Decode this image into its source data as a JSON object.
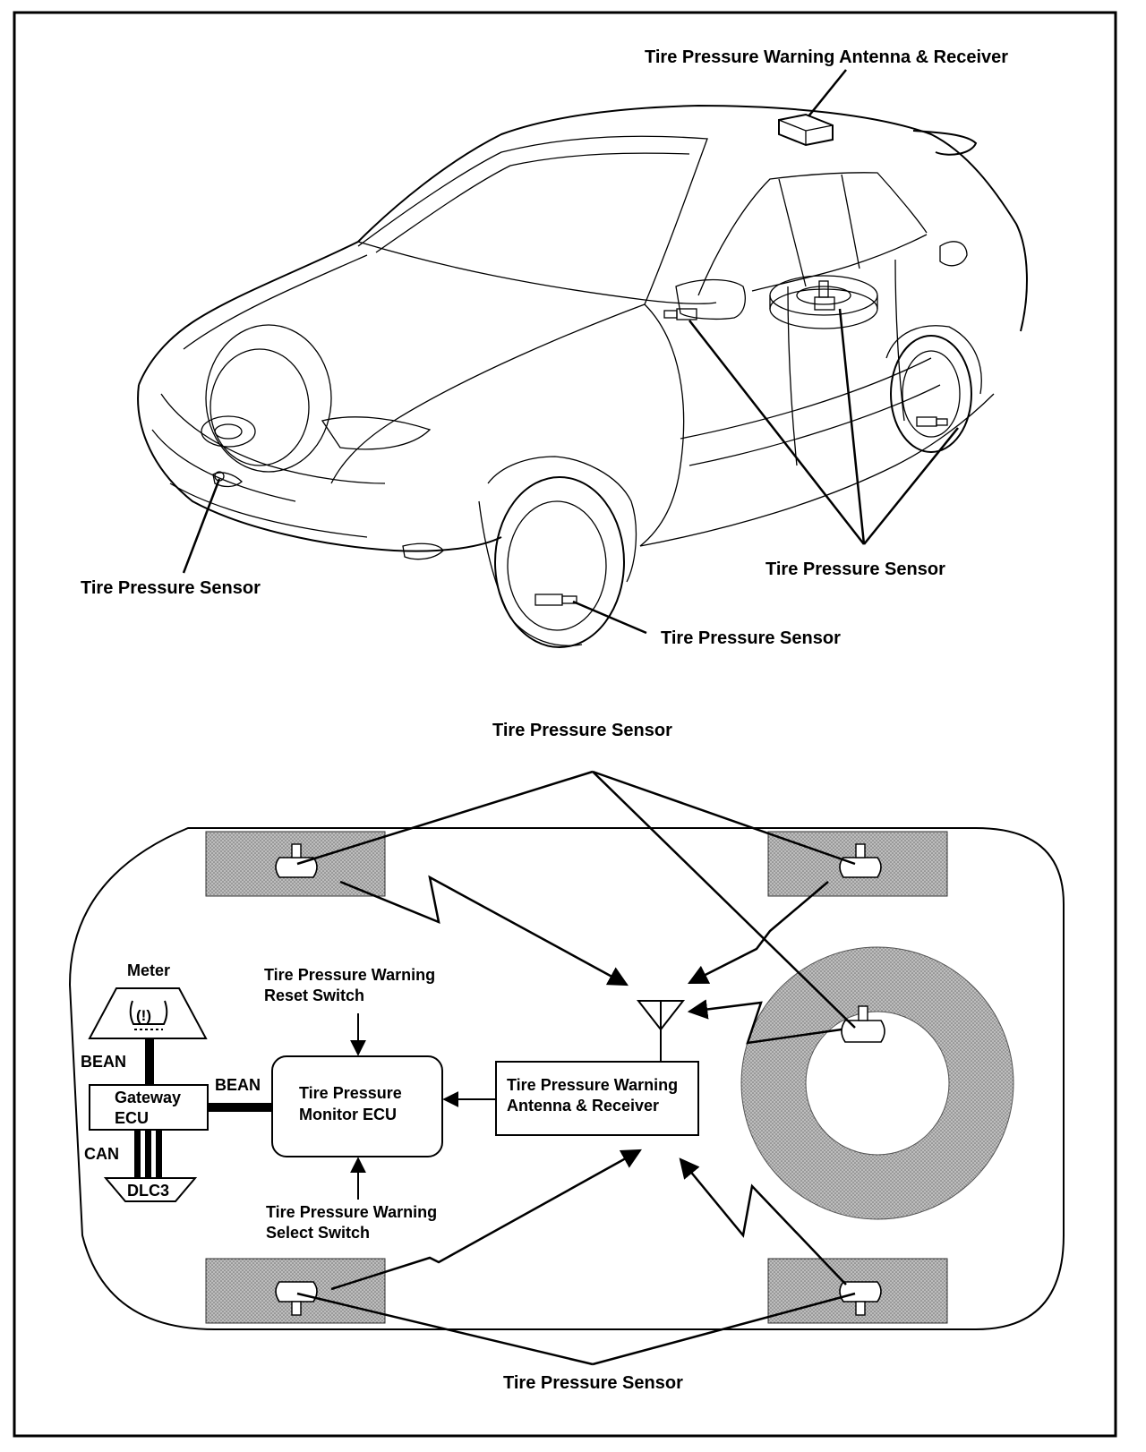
{
  "labels": {
    "antenna_receiver_top": "Tire Pressure Warning Antenna & Receiver",
    "sensor_front_left": "Tire Pressure Sensor",
    "sensor_right_group": "Tire Pressure Sensor",
    "sensor_front_right": "Tire Pressure Sensor",
    "sensor_top_schematic": "Tire Pressure Sensor",
    "sensor_bottom_schematic": "Tire Pressure Sensor",
    "meter": "Meter",
    "reset_switch_line1": "Tire Pressure Warning",
    "reset_switch_line2": "Reset Switch",
    "select_switch_line1": "Tire Pressure Warning",
    "select_switch_line2": "Select Switch",
    "bean_left": "BEAN",
    "bean_mid": "BEAN",
    "can": "CAN",
    "gateway_line1": "Gateway",
    "gateway_line2": "ECU",
    "dlc3": "DLC3",
    "monitor_line1": "Tire Pressure",
    "monitor_line2": "Monitor ECU",
    "receiver_line1": "Tire Pressure Warning",
    "receiver_line2": "Antenna & Receiver",
    "meter_symbol": "(!)"
  },
  "icons": [
    "tire-pressure-warning-icon",
    "antenna-icon",
    "tire-pressure-sensor-icon"
  ]
}
